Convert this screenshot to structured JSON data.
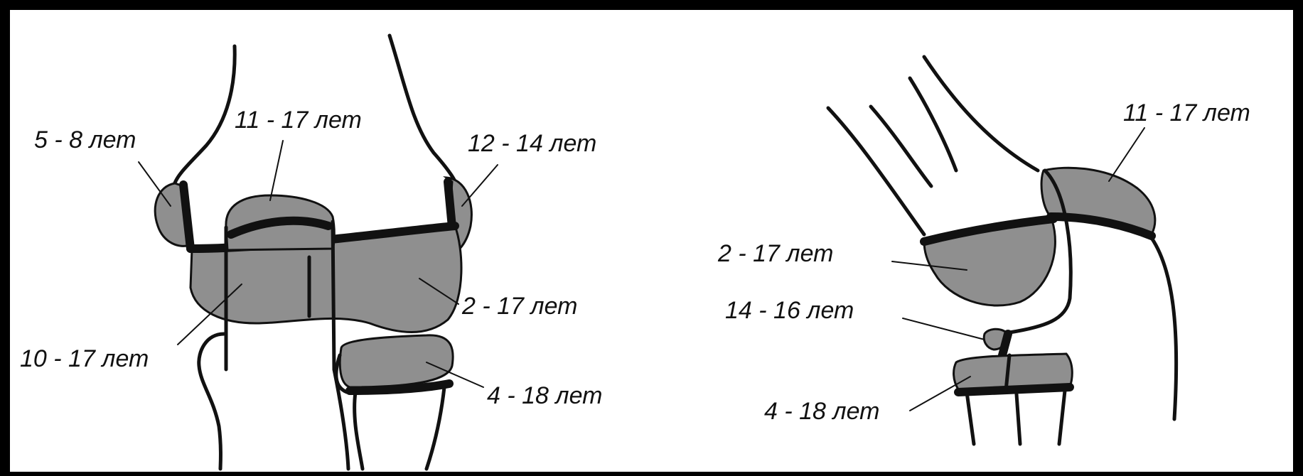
{
  "colors": {
    "frame": "#000000",
    "paper": "#ffffff",
    "ossification_zone": "#8f8f8f",
    "growth_plate": "#111111"
  },
  "front_view": {
    "labels": {
      "medial_condyle_zone": "5 - 8 лет",
      "patella": "11 - 17 лет",
      "lateral_condyle_zone": "12 - 14 лет",
      "femur_epiphysis": "2 - 17 лет",
      "femur_epiphysis_inner": "10 - 17 лет",
      "fibula_head": "4 - 18 лет"
    }
  },
  "side_view": {
    "labels": {
      "patella": "11 - 17 лет",
      "femur_epiphysis": "2 - 17 лет",
      "tibial_tuberosity": "14 - 16 лет",
      "tibia_epiphysis": "4 - 18 лет"
    }
  }
}
